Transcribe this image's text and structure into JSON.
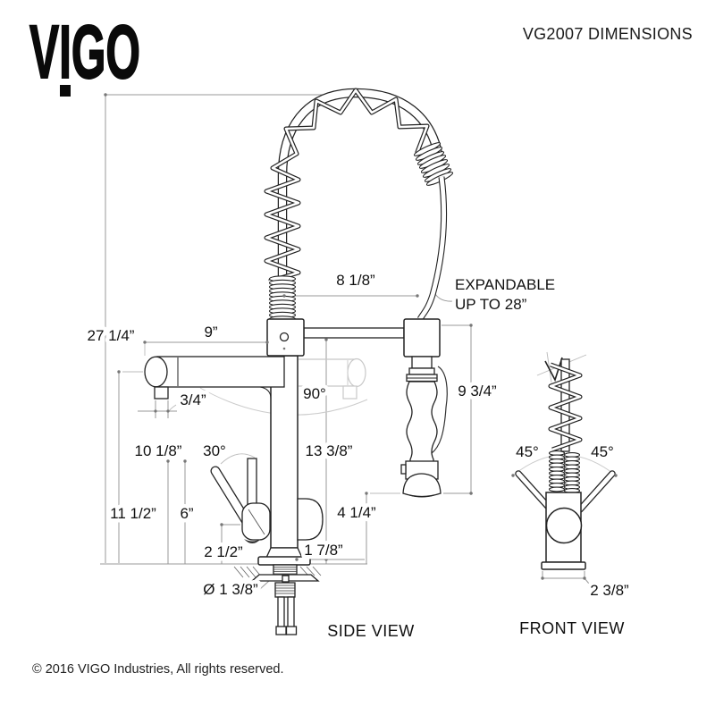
{
  "header": {
    "logo_text": "VIGO",
    "title": "VG2007 DIMENSIONS"
  },
  "views": {
    "side_label": "SIDE VIEW",
    "front_label": "FRONT VIEW"
  },
  "dims": {
    "overall_height": "27 1/4”",
    "spout_reach": "9”",
    "aerator_width": "3/4”",
    "spout_swivel": "90°",
    "spring_reach": "8 1/8”",
    "hose_note_line1": "EXPANDABLE",
    "hose_note_line2": "UP TO 28”",
    "sprayer_length": "9 3/4”",
    "handle_reach": "10 1/8”",
    "handle_tilt": "30°",
    "spout_height": "11 1/2”",
    "handle_height": "6”",
    "spout_to_deck": "13 3/8”",
    "sprayer_clearance": "4 1/4”",
    "handle_offset": "2 1/2”",
    "deck_offset": "1 7/8”",
    "hole_diameter": "Ø 1 3/8”",
    "handle_swing_left": "45°",
    "handle_swing_right": "45°",
    "front_base_width": "2 3/8”"
  },
  "footer": {
    "copyright": "© 2016 VIGO Industries, All rights reserved."
  },
  "colors": {
    "ink": "#1a1a1a",
    "dim_line": "#999999",
    "ghost": "#c8c8c8"
  }
}
